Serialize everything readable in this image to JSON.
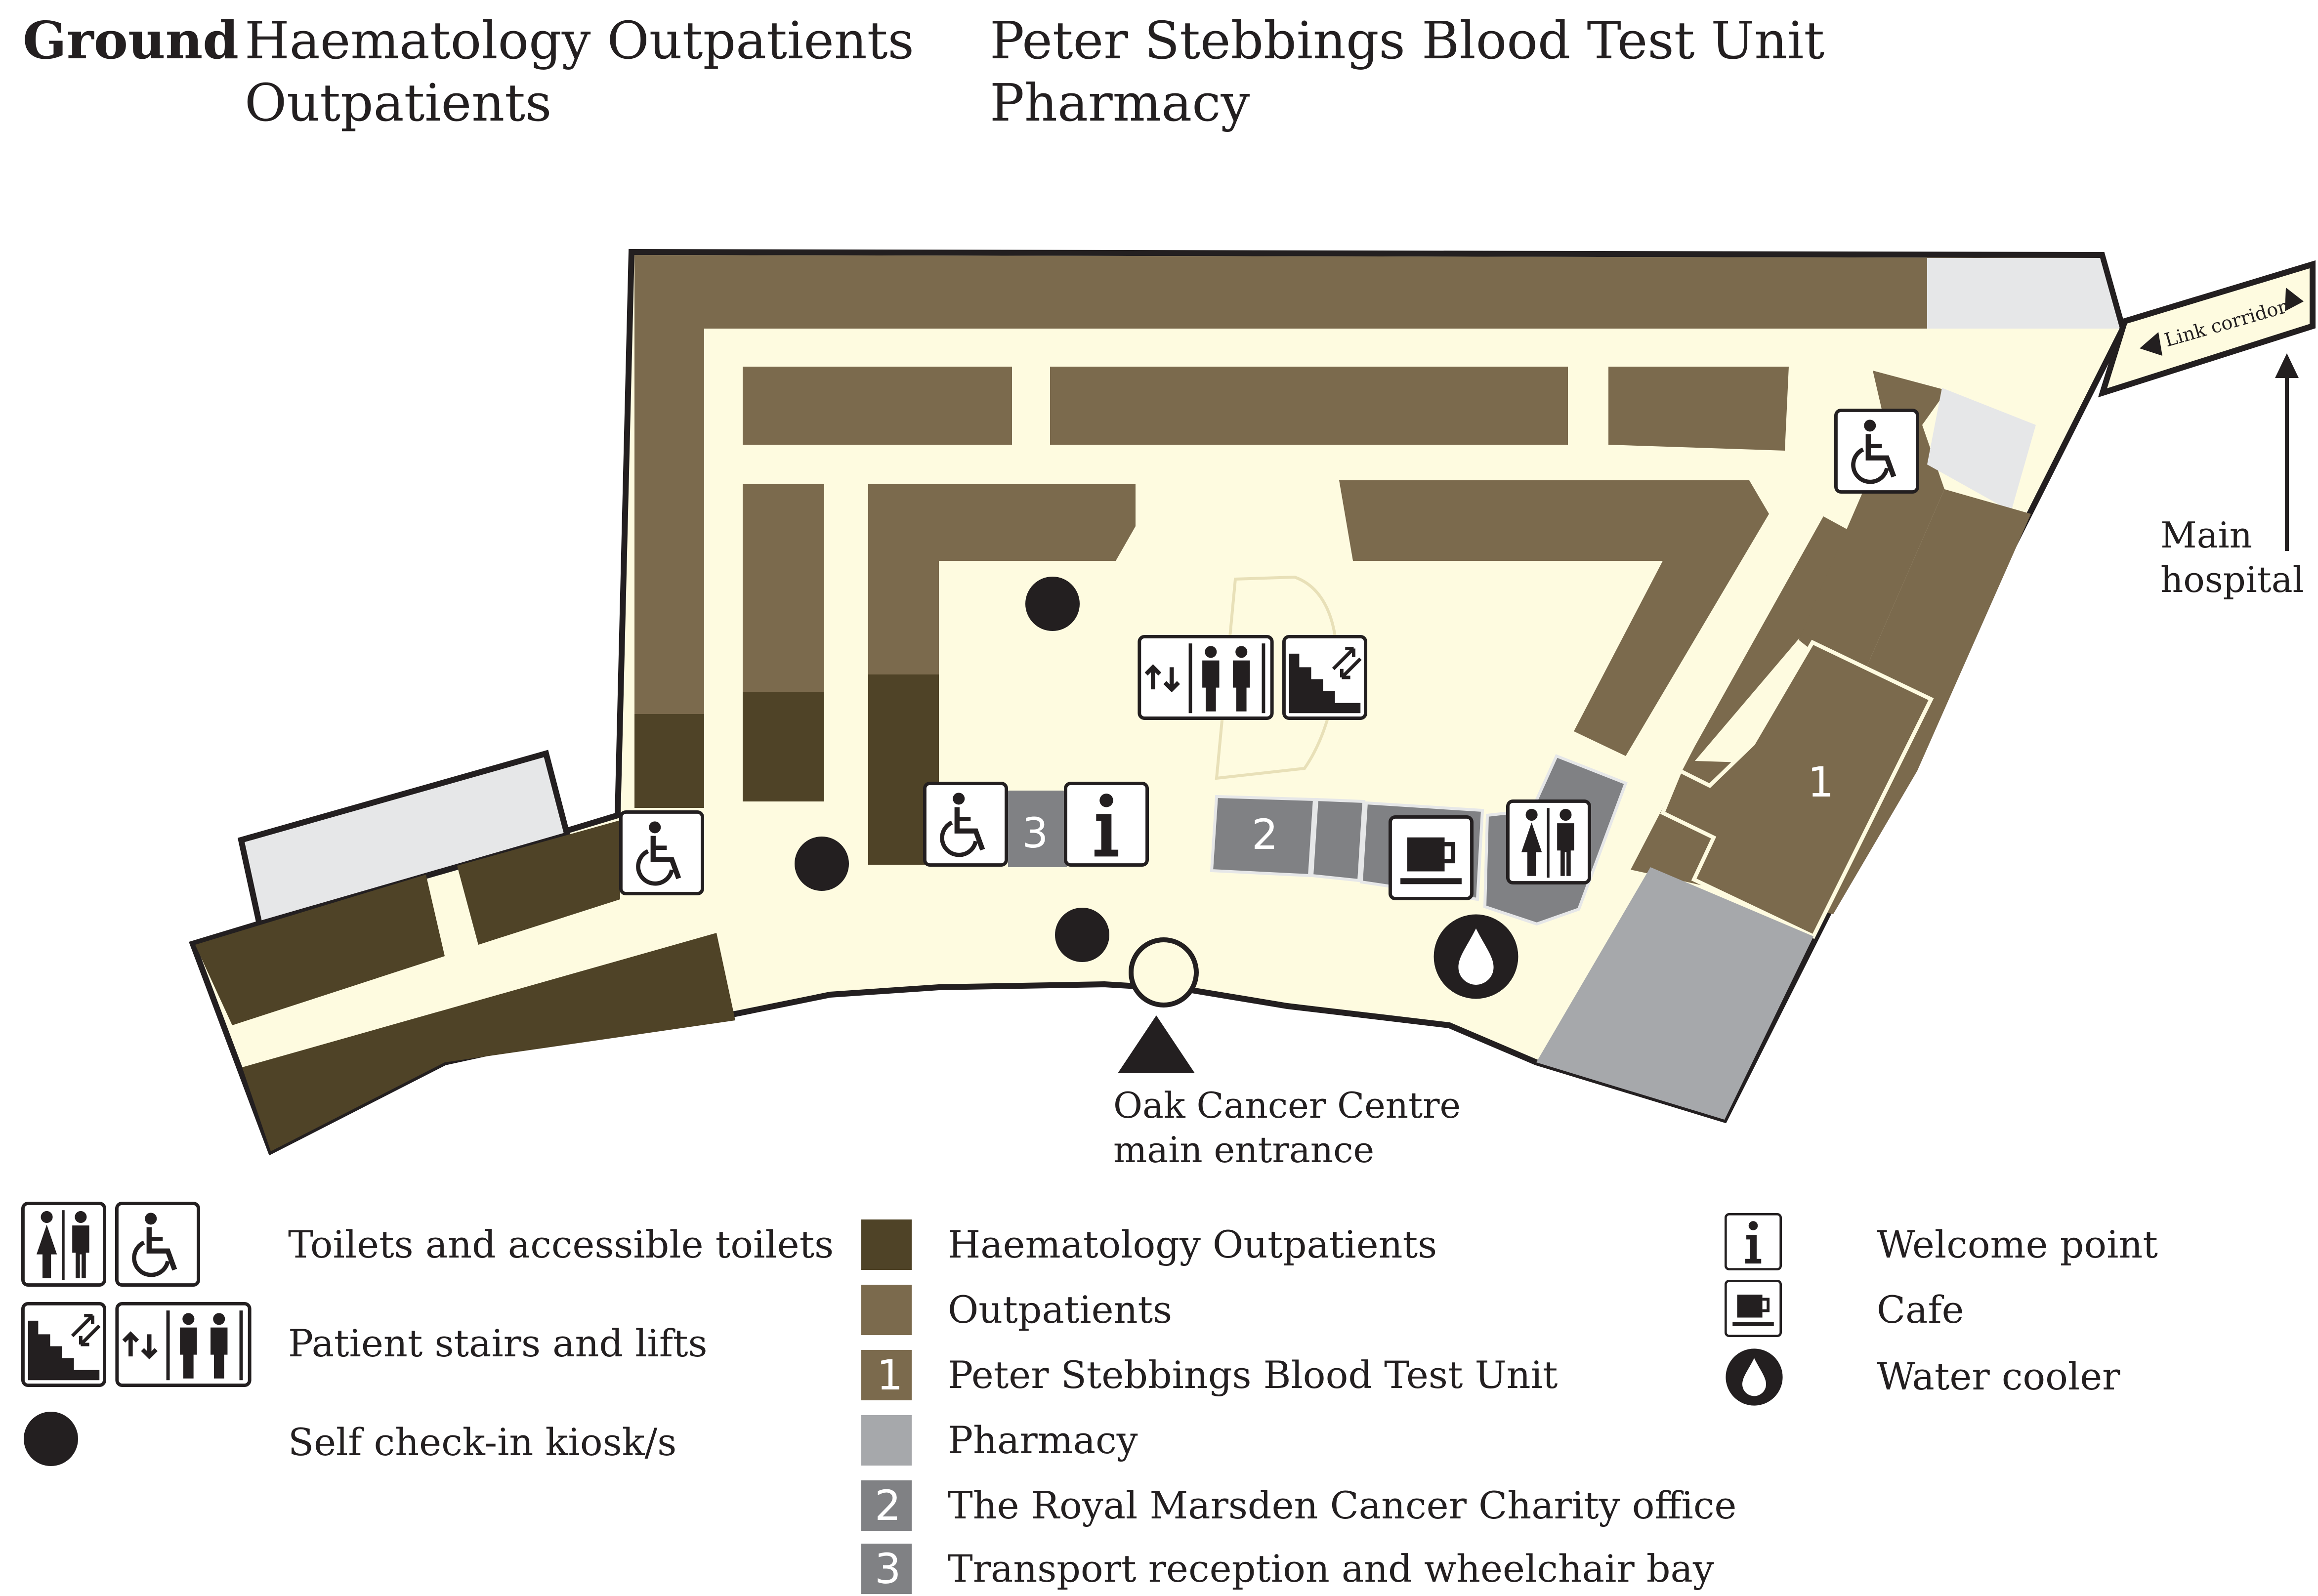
{
  "header": {
    "floor": "Ground",
    "areas_col1": [
      "Haematology Outpatients",
      "Outpatients"
    ],
    "areas_col2": [
      "Peter Stebbings Blood Test Unit",
      "Pharmacy"
    ]
  },
  "map": {
    "link_corridor": "Link corridor",
    "main_hospital": [
      "Main",
      "hospital"
    ],
    "entrance": [
      "Oak Cancer Centre",
      "main entrance"
    ],
    "room_numbers": {
      "blood_test_unit": "1",
      "charity_office": "2",
      "transport_reception": "3"
    }
  },
  "legend": {
    "facilities": [
      {
        "label": "Toilets and accessible toilets",
        "icons": [
          "toilets-icon",
          "accessible-toilet-icon"
        ]
      },
      {
        "label": "Patient stairs and lifts",
        "icons": [
          "stairs-icon",
          "lift-icon"
        ]
      },
      {
        "label": "Self check-in kiosk/s",
        "icons": [
          "kiosk-icon"
        ]
      }
    ],
    "areas": [
      {
        "label": "Haematology Outpatients",
        "color": "#4f4327",
        "number": ""
      },
      {
        "label": "Outpatients",
        "color": "#7b6a4d",
        "number": ""
      },
      {
        "label": "Peter Stebbings Blood Test Unit",
        "color": "#7b6a4d",
        "number": "1"
      },
      {
        "label": "Pharmacy",
        "color": "#a6a8ab",
        "number": ""
      },
      {
        "label": "The Royal Marsden Cancer Charity office",
        "color": "#808184",
        "number": "2"
      },
      {
        "label": "Transport reception and wheelchair bay",
        "color": "#808184",
        "number": "3"
      }
    ],
    "amenities": [
      {
        "label": "Welcome point",
        "icon": "info-icon"
      },
      {
        "label": "Cafe",
        "icon": "coffee-cup-icon"
      },
      {
        "label": "Water cooler",
        "icon": "water-drop-icon"
      }
    ]
  },
  "colors": {
    "haematology": "#4f4327",
    "outpatients": "#7b6a4d",
    "pharmacy": "#a6a8ab",
    "charity_transport": "#808184",
    "corridor": "#fefbe0",
    "outline": "#231f20",
    "light_grey": "#e6e7e8"
  }
}
